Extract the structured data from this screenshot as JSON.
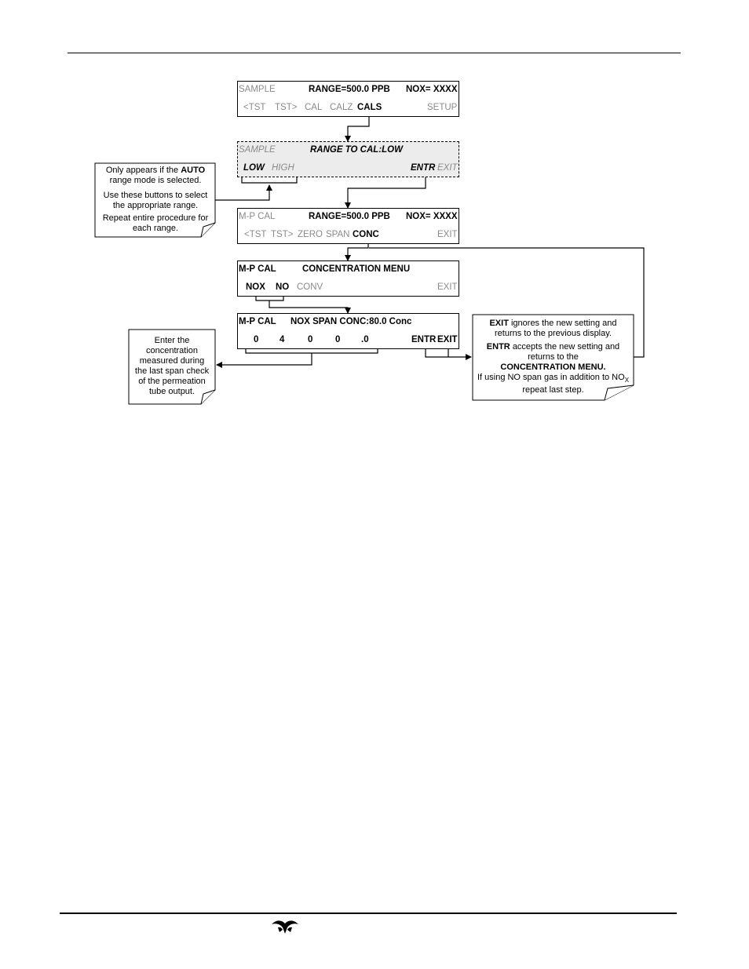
{
  "screen1": {
    "mode": "SAMPLE",
    "range": "RANGE=500.0 PPB",
    "reading": "NOX= XXXX",
    "buttons": [
      "<TST",
      "TST>",
      "CAL",
      "CALZ",
      "CALS",
      "SETUP"
    ]
  },
  "screen2": {
    "mode": "SAMPLE",
    "prompt": "RANGE TO CAL:LOW",
    "buttons": [
      "LOW",
      "HIGH",
      "ENTR",
      "EXIT"
    ]
  },
  "screen3": {
    "mode": "M-P CAL",
    "range": "RANGE=500.0 PPB",
    "reading": "NOX= XXXX",
    "buttons": [
      "<TST",
      "TST>",
      "ZERO",
      "SPAN",
      "CONC",
      "EXIT"
    ]
  },
  "screen4": {
    "mode": "M-P CAL",
    "title": "CONCENTRATION MENU",
    "buttons": [
      "NOX",
      "NO",
      "CONV",
      "EXIT"
    ]
  },
  "screen5": {
    "mode": "M-P CAL",
    "title": "NOX SPAN CONC:80.0 Conc",
    "digits": [
      "0",
      "4",
      "0",
      "0",
      ".0"
    ],
    "buttons": [
      "ENTR",
      "EXIT"
    ]
  },
  "note_auto": {
    "line1_pre": "Only appears if the",
    "line1_bold": "AUTO",
    "line2": "range mode is selected.",
    "line3": "Use these buttons to select",
    "line4": "the appropriate range.",
    "line5": "Repeat entire procedure for",
    "line6": "each range."
  },
  "note_enter": {
    "lines": [
      "Enter the",
      "concentration",
      "measured during",
      "the last span check",
      "of the permeation",
      "tube output."
    ]
  },
  "note_exit": {
    "exit_bold": "EXIT",
    "exit_text": "ignores the new setting and",
    "exit_line2": "returns to the previous display.",
    "entr_bold": "ENTR",
    "entr_text": "accepts the new setting and",
    "entr_line2": "returns to the",
    "entr_line3": "CONCENTRATION MENU.",
    "no_line1_pre": "If using NO span gas in addition to NO",
    "no_line1_sub": "X",
    "no_line2": "repeat last step."
  },
  "colors": {
    "screen_border": "#000000",
    "dim_text": "#8a8a8a",
    "dashed_fill": "#ececec"
  },
  "icons": {
    "footer_logo": "teledyne-logo-icon"
  }
}
